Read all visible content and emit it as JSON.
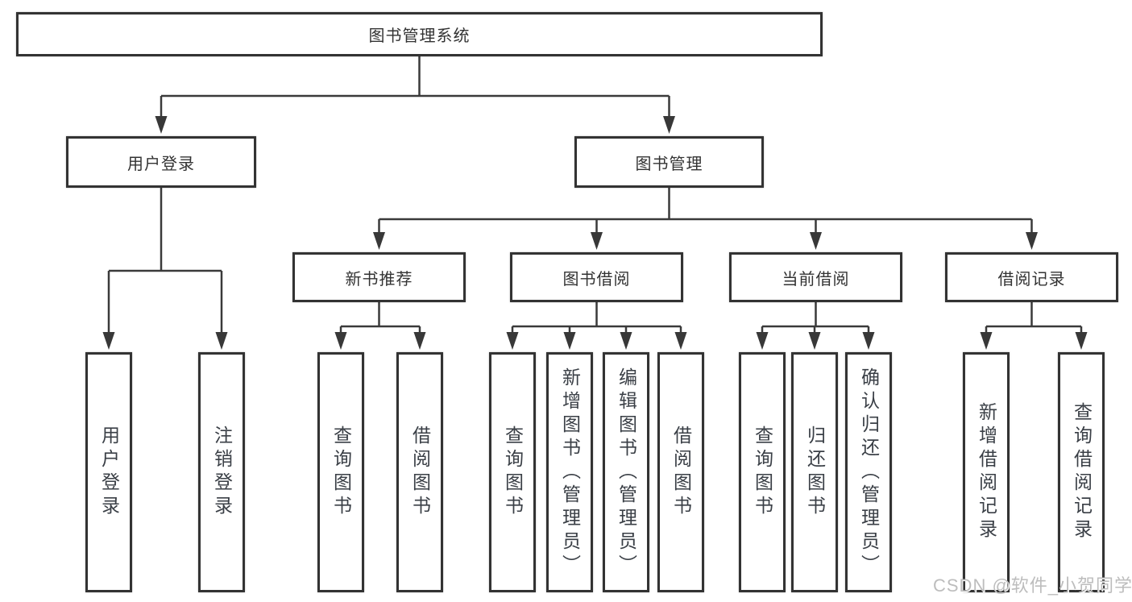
{
  "diagram": {
    "root_label": "图书管理系统",
    "branches": [
      {
        "label": "用户登录",
        "leaves": [
          "用户登录",
          "注销登录"
        ]
      },
      {
        "label": "图书管理",
        "groups": [
          {
            "label": "新书推荐",
            "leaves": [
              "查询图书",
              "借阅图书"
            ]
          },
          {
            "label": "图书借阅",
            "leaves": [
              "查询图书",
              "新增图书（管理员）",
              "编辑图书（管理员）",
              "借阅图书"
            ]
          },
          {
            "label": "当前借阅",
            "leaves": [
              "查询图书",
              "归还图书",
              "确认归还（管理员）"
            ]
          },
          {
            "label": "借阅记录",
            "leaves": [
              "新增借阅记录",
              "查询借阅记录"
            ]
          }
        ]
      }
    ],
    "line_color": "#3a3a3a",
    "border_color": "#333333"
  },
  "watermark": "CSDN @软件_小贺同学"
}
